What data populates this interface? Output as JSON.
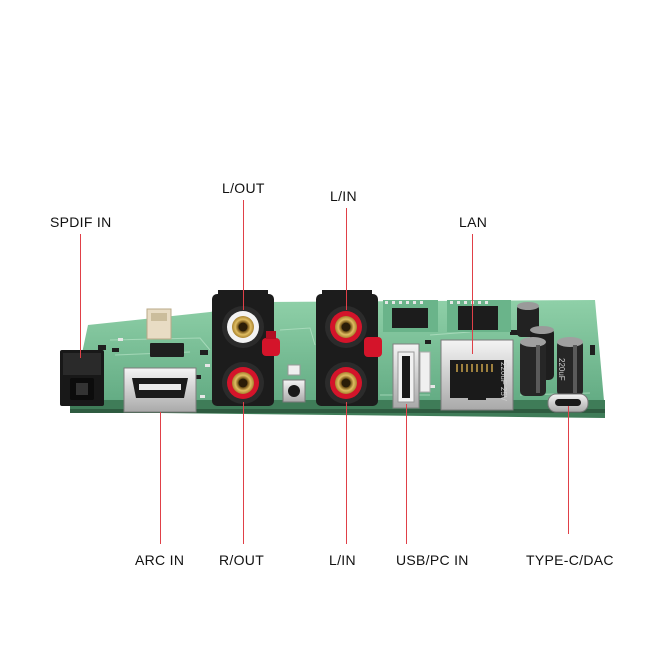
{
  "labels": {
    "spdif_in": "SPDIF IN",
    "l_out": "L/OUT",
    "l_in_top": "L/IN",
    "lan": "LAN",
    "arc_in": "ARC IN",
    "r_out": "R/OUT",
    "l_in_bottom": "L/IN",
    "usb_pc_in": "USB/PC IN",
    "type_c_dac": "TYPE-C/DAC"
  },
  "components": {
    "capacitor_top_text": "220uF 25V",
    "capacitor_side_text": "220uF"
  },
  "colors": {
    "pcb": "#7fc49a",
    "pcb_dark": "#4f9a6e",
    "leader_line": "#e04048",
    "rca_red": "#d4142a",
    "rca_white": "#f2f2f2",
    "gold": "#c9a24a"
  }
}
